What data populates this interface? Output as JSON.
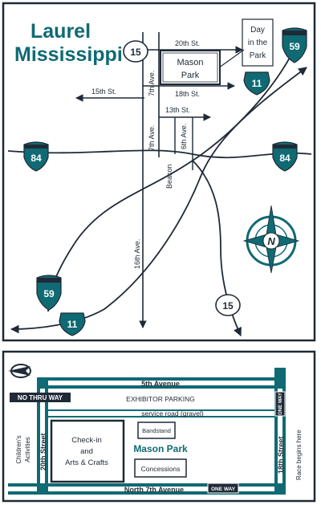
{
  "colors": {
    "ink": "#1f2a36",
    "accent": "#0f6a73",
    "paper": "#ffffff",
    "shield_fill": "#0f6a73",
    "shield_text": "#ffffff"
  },
  "area_map": {
    "title_line1": "Laurel",
    "title_line2": "Mississippi",
    "callout": [
      "Day",
      "in the",
      "Park"
    ],
    "park_label": [
      "Mason",
      "Park"
    ],
    "streets": {
      "s20": "20th St.",
      "s18": "18th St.",
      "s15": "15th St.",
      "s13": "13th St.",
      "a7_upper": "7th Ave.",
      "a7_lower": "7th Ave.",
      "a6": "6th Ave.",
      "beacon": "Beacon",
      "a16": "16th Ave."
    },
    "shields": {
      "hwy15_top": "15",
      "hwy15_bottom": "15",
      "i59_top": "59",
      "i59_bottom": "59",
      "us11_top": "11",
      "us11_bottom": "11",
      "i84_left": "84",
      "i84_right": "84"
    },
    "compass_icon": "north-compass-icon",
    "compass_letter": "N"
  },
  "inset_map": {
    "north_icon": "north-arrow-icon",
    "labels": {
      "ave5": "5th Avenue",
      "no_thru": "NO THRU WAY",
      "exhibitor": "EXHIBITOR PARKING",
      "service": "service road (gravel)",
      "children": [
        "Children's",
        "Activities"
      ],
      "st20": "20th Street",
      "checkin": [
        "Check-in",
        "and",
        "Arts & Crafts"
      ],
      "bandstand": "Bandstand",
      "mason": "Mason Park",
      "concessions": "Concessions",
      "st18": "18th Street",
      "race": "Race begins here",
      "n7": "North 7th Avenue",
      "one_way_bottom": "ONE WAY",
      "one_way_right": "ONE WAY"
    }
  }
}
